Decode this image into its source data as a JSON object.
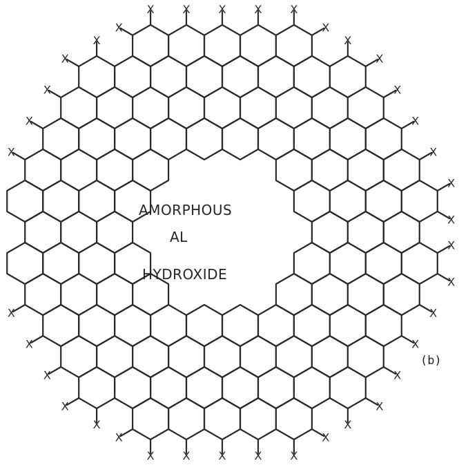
{
  "diagram": {
    "center_label": {
      "line1": "AMORPHOUS",
      "line2": "AL",
      "line3": "HYDROXIDE"
    },
    "panel_label": "(b)",
    "edge_marker": "X",
    "colors": {
      "stroke": "#2a2a2a",
      "background": "#ffffff"
    }
  }
}
